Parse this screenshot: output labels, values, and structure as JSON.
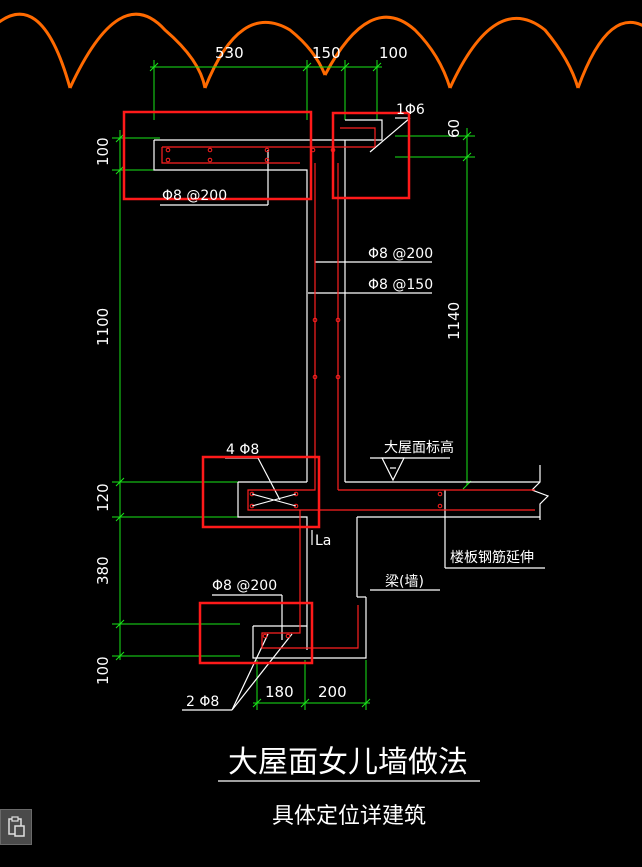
{
  "dimensions": {
    "top": [
      "530",
      "150",
      "100"
    ],
    "left": [
      "100",
      "1100",
      "120",
      "380",
      "100"
    ],
    "right_60": "60",
    "right_1140": "1140",
    "bottom": [
      "180",
      "200"
    ]
  },
  "labels": {
    "rebar_1phi6": "1Φ6",
    "rebar_phi8_200_top": "Φ8 @200",
    "rebar_phi8_200_mid": "Φ8 @200",
    "rebar_phi8_150": "Φ8 @150",
    "rebar_4phi8": "4 Φ8",
    "roof_elevation": "大屋面标高",
    "la": "La",
    "slab_rebar_extend": "楼板钢筋延伸",
    "beam_wall": "梁(墙)",
    "rebar_phi8_200_bottom": "Φ8 @200",
    "rebar_2phi8": "2 Φ8"
  },
  "title": "大屋面女儿墙做法",
  "subtitle": "具体定位详建筑",
  "colors": {
    "background": "#000000",
    "structure": "#ffffff",
    "rebar": "#ff2020",
    "dimension": "#19e619",
    "highlight": "#ff1a1a",
    "cloud": "#ff6a00"
  },
  "toolbar": {
    "icon": "clipboard-icon"
  }
}
